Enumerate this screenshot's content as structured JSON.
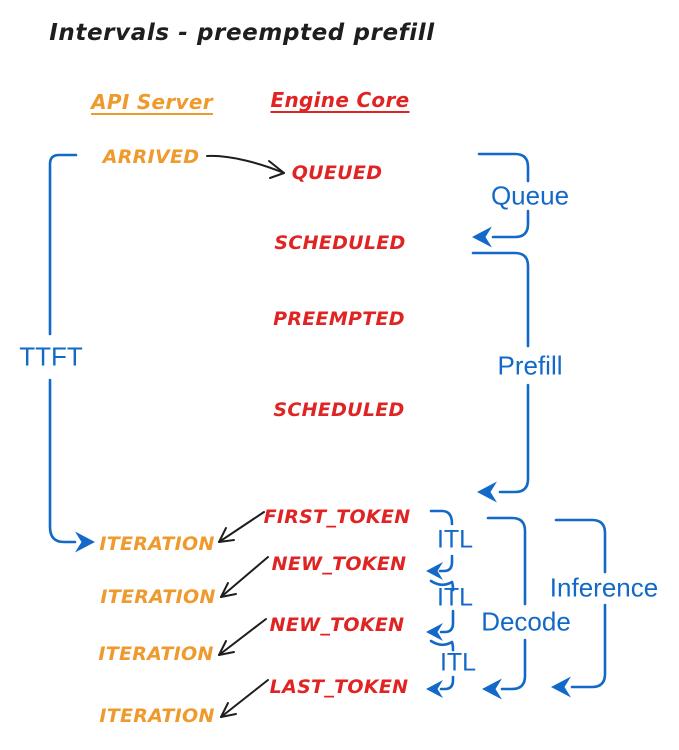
{
  "title": "Intervals - preempted prefill",
  "headers": {
    "api_server": "API Server",
    "engine_core": "Engine Core"
  },
  "api_server_events": {
    "arrived": "ARRIVED",
    "iteration1": "ITERATION",
    "iteration2": "ITERATION",
    "iteration3": "ITERATION",
    "iteration4": "ITERATION"
  },
  "engine_core_events": {
    "queued": "QUEUED",
    "scheduled1": "SCHEDULED",
    "preempted": "PREEMPTED",
    "scheduled2": "SCHEDULED",
    "first_token": "FIRST_TOKEN",
    "new_token1": "NEW_TOKEN",
    "new_token2": "NEW_TOKEN",
    "last_token": "LAST_TOKEN"
  },
  "interval_labels": {
    "ttft": "TTFT",
    "queue": "Queue",
    "prefill": "Prefill",
    "itl1": "ITL",
    "itl2": "ITL",
    "itl3": "ITL",
    "decode": "Decode",
    "inference": "Inference"
  },
  "colors": {
    "api_server_orange": "#ee9a2d",
    "engine_core_red": "#e02424",
    "interval_blue": "#1269c7",
    "arrow_black": "#1e1e1e",
    "background": "#ffffff"
  }
}
